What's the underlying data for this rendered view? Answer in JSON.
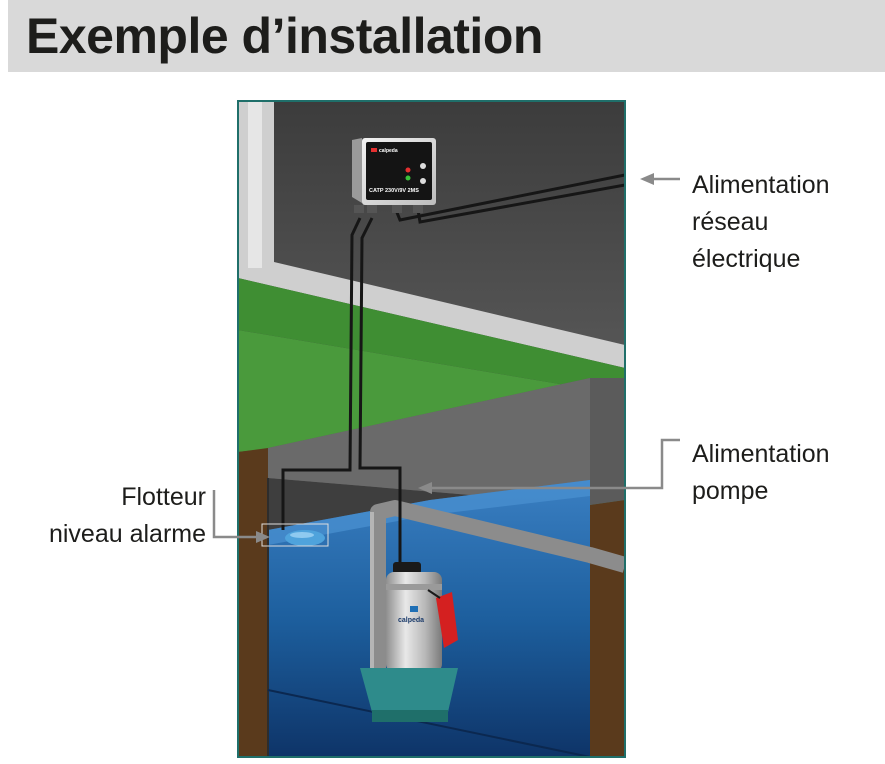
{
  "header": {
    "title": "Exemple d’installation"
  },
  "callouts": {
    "alimentation_secteur": [
      "Alimentation",
      "réseau",
      "électrique"
    ],
    "alimentation_pompe": [
      "Alimentation",
      "pompe"
    ],
    "flotteur": [
      "Flotteur",
      "niveau alarme"
    ]
  },
  "control_box": {
    "brand": "calpeda",
    "model": "CATP 230V/9V 2MS"
  },
  "pump": {
    "brand": "calpeda"
  },
  "colors": {
    "header_bg": "#d9d9d9",
    "frame": "#1f6f6a",
    "water": "#1d5f9e",
    "grass": "#4a9a3c",
    "soil": "#5a3a1c",
    "wall": "#4a4a4a",
    "pipe": "#8c8c8c",
    "cable": "#1a1a1a",
    "float": "#4fa3dc",
    "pump_body": "#c9c9c9",
    "pump_base": "#2e8b8b",
    "float_pump": "#d42020",
    "arrow": "#8a8a8a"
  }
}
